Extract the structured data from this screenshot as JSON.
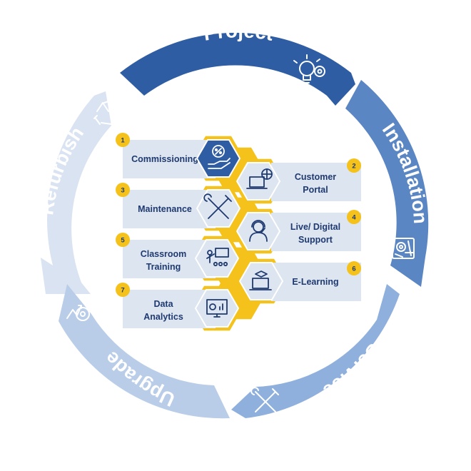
{
  "cycle": {
    "project": {
      "label": "Project",
      "color": "#2f5da3",
      "icon": "lightbulb-gear-icon"
    },
    "installation": {
      "label": "Installation",
      "color": "#5b86c4",
      "icon": "blueprint-tools-icon"
    },
    "service": {
      "label": "Service",
      "color": "#8fb0dc",
      "icon": "wrench-screwdriver-icon"
    },
    "upgrade": {
      "label": "Upgrade",
      "color": "#b9cde9",
      "icon": "upgrade-gear-icon"
    },
    "refurbish": {
      "label": "Refurbish",
      "color": "#d9e3f1",
      "icon": "recycle-icon"
    }
  },
  "services": [
    {
      "num": "1",
      "line1": "Commissioning",
      "line2": "",
      "icon": "hand-percent-icon"
    },
    {
      "num": "2",
      "line1": "Customer",
      "line2": "Portal",
      "icon": "laptop-globe-icon"
    },
    {
      "num": "3",
      "line1": "Maintenance",
      "line2": "",
      "icon": "wrench-screwdriver-icon"
    },
    {
      "num": "4",
      "line1": "Live/ Digital",
      "line2": "Support",
      "icon": "headset-agent-icon"
    },
    {
      "num": "5",
      "line1": "Classroom",
      "line2": "Training",
      "icon": "classroom-icon"
    },
    {
      "num": "6",
      "line1": "E-Learning",
      "line2": "",
      "icon": "laptop-graduation-icon"
    },
    {
      "num": "7",
      "line1": "Data",
      "line2": "Analytics",
      "icon": "analytics-monitor-icon"
    }
  ],
  "colors": {
    "card": "#dde5f0",
    "accent": "#f4c21a",
    "text": "#1f3a70",
    "hex_dark": "#2f5da3"
  }
}
